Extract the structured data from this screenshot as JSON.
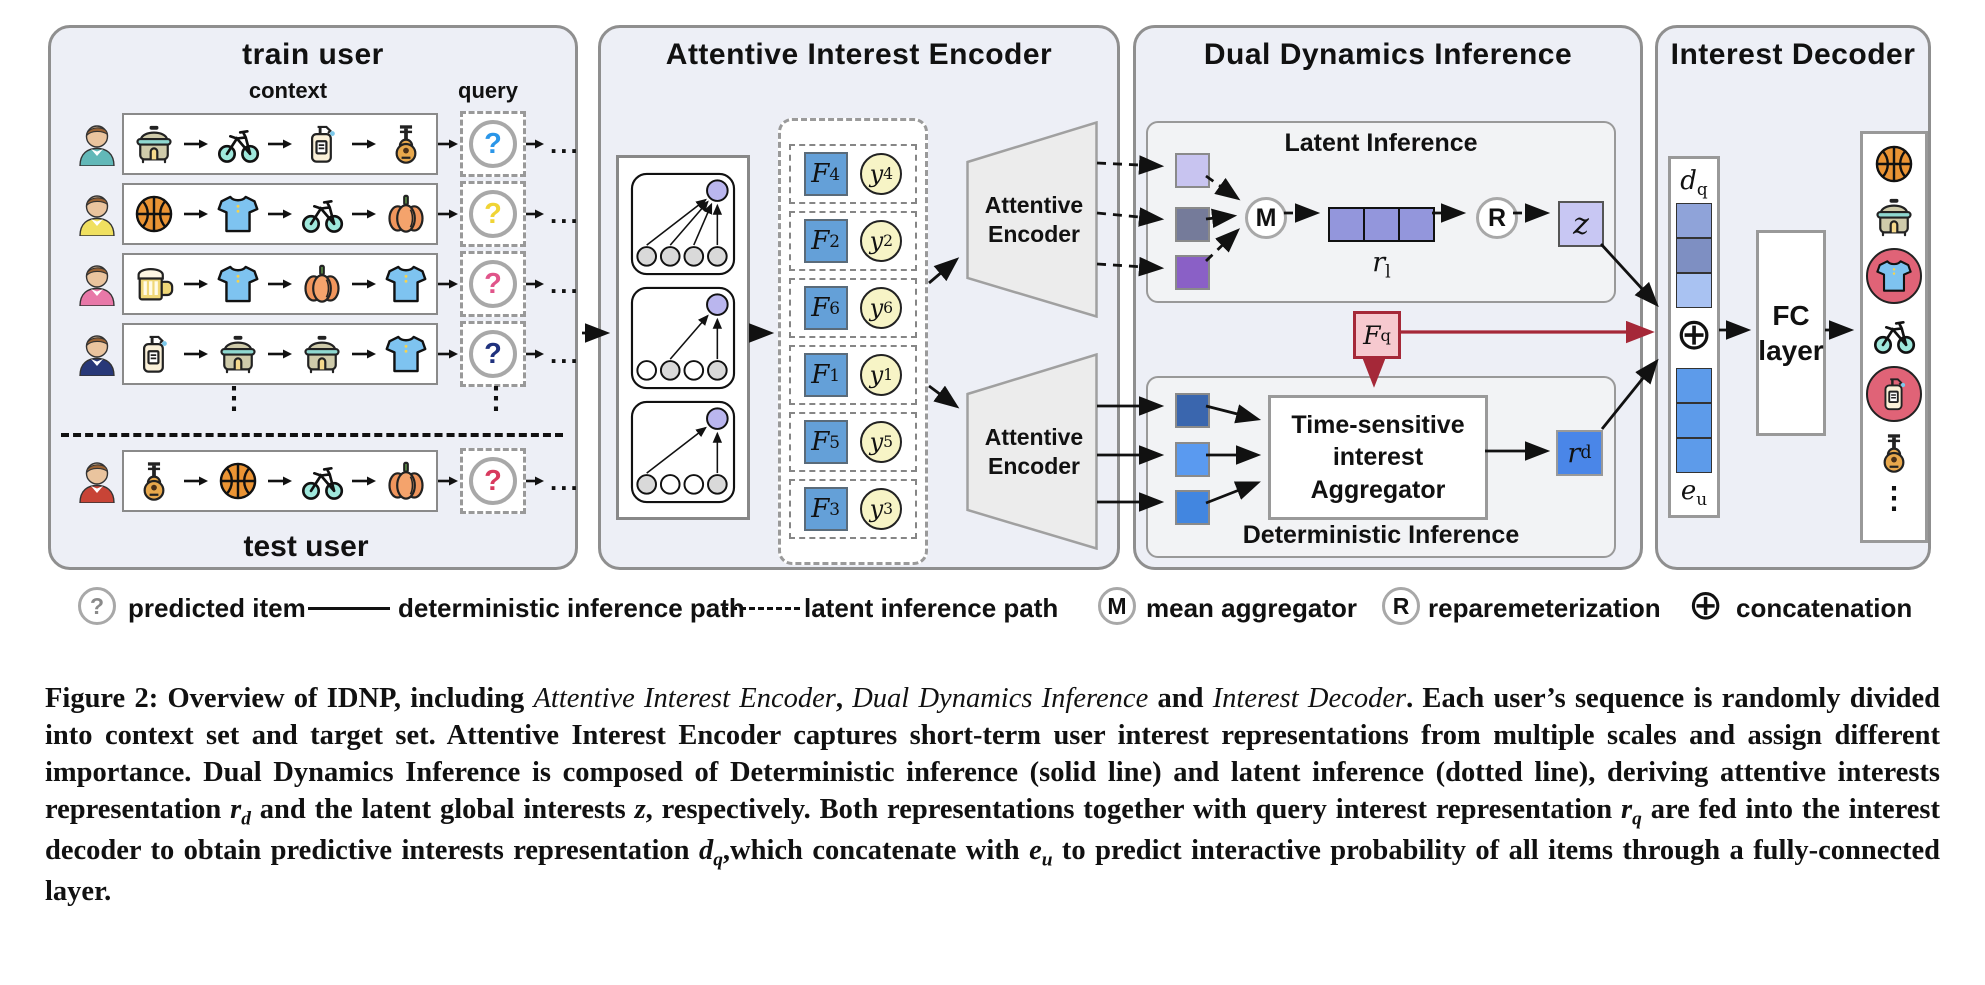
{
  "train": {
    "title": "train user",
    "context_label": "context",
    "query_label": "query",
    "test_label": "test user",
    "query_symbol": "?",
    "ellipsis": "...",
    "vdots": "⋮",
    "rows": [
      {
        "section": "train",
        "avatar_color": "#62b8b8",
        "items": [
          "cooker",
          "bike",
          "lotion",
          "guitar"
        ],
        "query_color": "#2b96e8"
      },
      {
        "section": "train",
        "avatar_color": "#f0e060",
        "items": [
          "basketball",
          "tshirt",
          "bike",
          "pumpkin"
        ],
        "query_color": "#f0d435"
      },
      {
        "section": "train",
        "avatar_color": "#e878a8",
        "items": [
          "beer",
          "tshirt",
          "pumpkin",
          "tshirt"
        ],
        "query_color": "#e0558a"
      },
      {
        "section": "train",
        "avatar_color": "#283878",
        "items": [
          "lotion",
          "cooker",
          "cooker",
          "tshirt"
        ],
        "query_color": "#20327e"
      },
      {
        "section": "test",
        "avatar_color": "#c84436",
        "items": [
          "guitar",
          "basketball",
          "bike",
          "pumpkin"
        ],
        "query_color": "#d83a5e"
      }
    ]
  },
  "encoder": {
    "title": "Attentive Interest Encoder",
    "attentive_encoder": {
      "line1": "Attentive",
      "line2": "Encoder"
    },
    "fy_pairs": [
      {
        "f": "F",
        "fs": "4",
        "y": "y",
        "ys": "4"
      },
      {
        "f": "F",
        "fs": "2",
        "y": "y",
        "ys": "2"
      },
      {
        "f": "F",
        "fs": "6",
        "y": "y",
        "ys": "6"
      },
      {
        "f": "F",
        "fs": "1",
        "y": "y",
        "ys": "1"
      },
      {
        "f": "F",
        "fs": "5",
        "y": "y",
        "ys": "5"
      },
      {
        "f": "F",
        "fs": "3",
        "y": "y",
        "ys": "3"
      }
    ],
    "feature_box_color": "#64a0d8",
    "label_circle_color": "#f7f4c6",
    "graph_top_node_color": "#bab6ee"
  },
  "dual": {
    "title": "Dual Dynamics Inference",
    "latent": {
      "label": "Latent Inference",
      "m": "M",
      "r": "R",
      "rl": {
        "base": "r",
        "sub": "l"
      },
      "z": "z",
      "square_colors": [
        "#c8c4f0",
        "#757b9a",
        "#8a60c6"
      ],
      "rl_cell_color": "#9396dc",
      "z_color": "#c8c7f3"
    },
    "fq": {
      "base": "F",
      "sub": "q",
      "fill": "#f6c9cf",
      "border": "#a52838"
    },
    "det": {
      "label": "Deterministic Inference",
      "aggregator_lines": [
        "Time-sensitive",
        "interest",
        "Aggregator"
      ],
      "square_colors": [
        "#3a66ae",
        "#5a9af0",
        "#4286e0"
      ],
      "rd": {
        "base": "r",
        "sub": "d",
        "color": "#4a86e8"
      }
    }
  },
  "decoder": {
    "title": "Interest Decoder",
    "dq": {
      "base": "d",
      "sub": "q"
    },
    "eu": {
      "base": "e",
      "sub": "u"
    },
    "concat_symbol": "⊕",
    "fc": {
      "line1": "FC",
      "line2": "layer"
    },
    "dq_cell_colors": [
      "#8fa3d9",
      "#7e8fc2",
      "#a9c2f2"
    ],
    "eu_cell_colors": [
      "#5d9bea",
      "#5d9bea",
      "#5d9bea"
    ],
    "items": [
      {
        "icon": "basketball",
        "circled": false
      },
      {
        "icon": "cooker",
        "circled": false
      },
      {
        "icon": "tshirt",
        "circled": true
      },
      {
        "icon": "bike",
        "circled": false
      },
      {
        "icon": "lotion",
        "circled": true
      },
      {
        "icon": "guitar",
        "circled": false
      }
    ],
    "vdots": "⋮",
    "highlight_circle_color": "#e06377"
  },
  "legend": {
    "items": [
      {
        "type": "question",
        "symbol": "?",
        "label": "predicted item"
      },
      {
        "type": "solid",
        "symbol": "",
        "label": "deterministic inference path"
      },
      {
        "type": "dashed",
        "symbol": "",
        "label": "latent inference path"
      },
      {
        "type": "circle",
        "symbol": "M",
        "label": "mean aggregator"
      },
      {
        "type": "circle",
        "symbol": "R",
        "label": "reparemeterization"
      },
      {
        "type": "oplus",
        "symbol": "⊕",
        "label": "concatenation"
      }
    ]
  },
  "caption": {
    "segments": [
      {
        "t": "Figure 2: Overview of IDNP, including ",
        "s": "b"
      },
      {
        "t": "Attentive Interest Encoder",
        "s": "i"
      },
      {
        "t": ", ",
        "s": "b"
      },
      {
        "t": "Dual Dynamics Inference",
        "s": "i"
      },
      {
        "t": " and ",
        "s": "b"
      },
      {
        "t": "Interest Decoder",
        "s": "i"
      },
      {
        "t": ". Each user’s sequence is randomly divided into context set and target set. Attentive Interest Encoder captures short-term user interest representations from multiple scales and assign different importance. Dual Dynamics Inference is composed of Deterministic inference (solid line) and latent inference (dotted line), deriving attentive interests representation ",
        "s": "b"
      },
      {
        "t": "r",
        "s": "bi",
        "sub": "d"
      },
      {
        "t": " and the latent global interests ",
        "s": "b"
      },
      {
        "t": "z",
        "s": "bi"
      },
      {
        "t": ", respectively. Both representations together with query interest representation ",
        "s": "b"
      },
      {
        "t": "r",
        "s": "bi",
        "sub": "q"
      },
      {
        "t": " are fed into the interest decoder to obtain predictive interests representation ",
        "s": "b"
      },
      {
        "t": "d",
        "s": "bi",
        "sub": "q"
      },
      {
        "t": ",which concatenate with ",
        "s": "b"
      },
      {
        "t": "e",
        "s": "bi",
        "sub": "u"
      },
      {
        "t": " to predict interactive probability of all items through a fully-connected layer.",
        "s": "b"
      }
    ]
  },
  "colors": {
    "panel_bg": "#edeff6",
    "red_path": "#a52838",
    "solid_path": "#111111"
  }
}
